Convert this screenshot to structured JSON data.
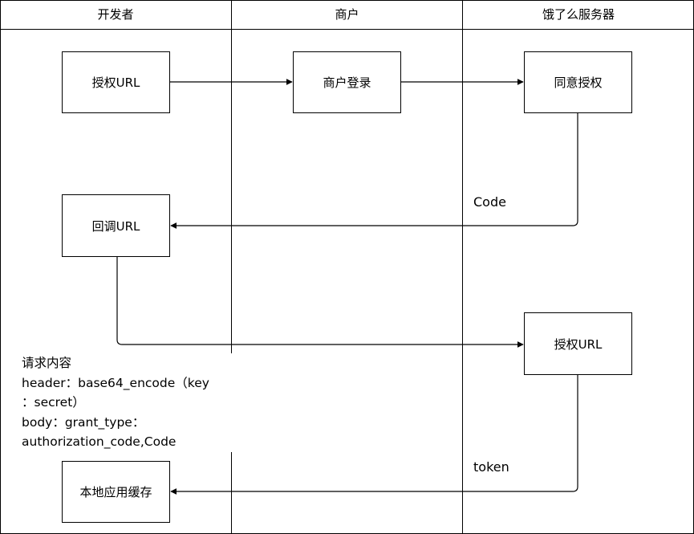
{
  "lanes": {
    "developer": "开发者",
    "merchant": "商户",
    "eleme_server": "饿了么服务器"
  },
  "nodes": {
    "auth_url_1": "授权URL",
    "merchant_login": "商户登录",
    "agree_auth": "同意授权",
    "callback_url": "回调URL",
    "auth_url_2": "授权URL",
    "local_cache": "本地应用缓存"
  },
  "edge_labels": {
    "code": "Code",
    "token": "token"
  },
  "note": {
    "line1": "请求内容",
    "line2": "header：base64_encode（key",
    "line3": "：secret）",
    "line4": "body：grant_type：",
    "line5": "authorization_code,Code"
  },
  "colors": {
    "line": "#000000",
    "background": "#ffffff"
  }
}
